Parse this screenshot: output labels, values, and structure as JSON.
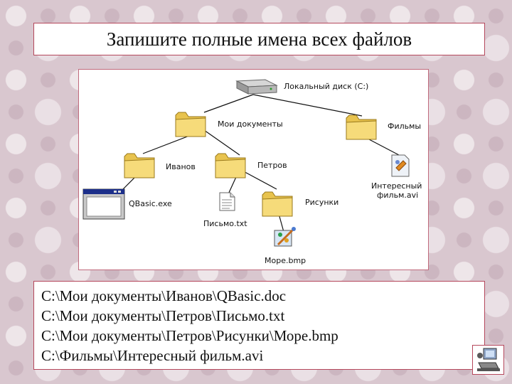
{
  "title": "Запишите полные имена всех файлов",
  "tree": {
    "disk": "Локальный диск (C:)",
    "my_documents": "Мои документы",
    "films": "Фильмы",
    "ivanov": "Иванов",
    "petrov": "Петров",
    "qbasic": "QBasic.exe",
    "letter": "Письмо.txt",
    "pictures": "Рисунки",
    "movie_line1": "Интересный",
    "movie_line2": "фильм.avi",
    "sea": "Море.bmp"
  },
  "paths": [
    "С:\\Мои документы\\Иванов\\QBasic.doc",
    "С:\\Мои документы\\Петров\\Письмо.txt",
    "С:\\Мои документы\\Петров\\Рисунки\\Море.bmp",
    "С:\\Фильмы\\Интересный фильм.avi"
  ],
  "colors": {
    "accent_border": "#b5485c",
    "folder_fill": "#f2d36b",
    "line": "#111111"
  }
}
